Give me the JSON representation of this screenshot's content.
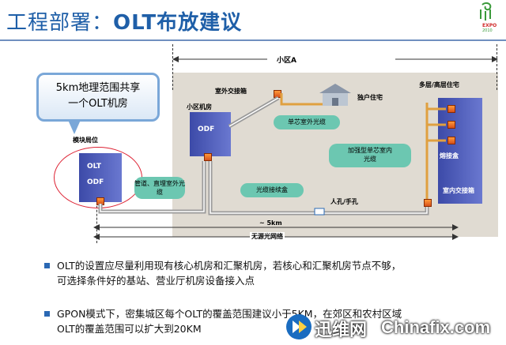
{
  "title_prefix": "工程部署：",
  "title_main": "OLT布放建议",
  "callout": {
    "line1": "5km地理范围共享",
    "line2": "一个OLT机房"
  },
  "labels": {
    "area_a": "小区A",
    "module_office": "模块局位",
    "outdoor_cabinet": "室外交接箱",
    "community_room": "小区机房",
    "single_house": "独户住宅",
    "multistory": "多层/高层住宅",
    "splice_box": "熔接盒",
    "indoor_cabinet": "室内交接箱",
    "manhole": "人孔/手孔",
    "distance": "~ 5km",
    "passive_network": "无源光网络"
  },
  "cabinet_labels": {
    "olt": "OLT",
    "odf_office": "ODF",
    "odf_room": "ODF"
  },
  "bubbles": {
    "duct": "管道、直埋室外光缆",
    "single_core": "单芯室外光缆",
    "reinforced_line1": "加强型单芯室内",
    "reinforced_line2": "光缆",
    "splice_closure": "光缆接续盒"
  },
  "bullets": [
    {
      "line1": "OLT的设置应尽量利用现有核心机房和汇聚机房，若核心和汇聚机房节点不够，",
      "line2": "可选择条件好的基站、营业厅机房设备接入点"
    },
    {
      "line1": "GPON模式下，密集城区每个OLT的覆盖范围建议小于5KM，在郊区和农村区域",
      "line2": "OLT的覆盖范围可以扩大到20KM"
    }
  ],
  "watermark": {
    "brand_cn": "迅维网",
    "brand_en": "Chinafix.com"
  },
  "colors": {
    "title": "#1f5fa8",
    "area": "#e0dbd2",
    "bubble": "#6cc7b1",
    "cabinet": "#3c4aa8",
    "ellipse": "#dd2233"
  },
  "icons": [
    "expo-logo",
    "house-icon",
    "splice-point-icon",
    "watermark-logo-icon"
  ]
}
